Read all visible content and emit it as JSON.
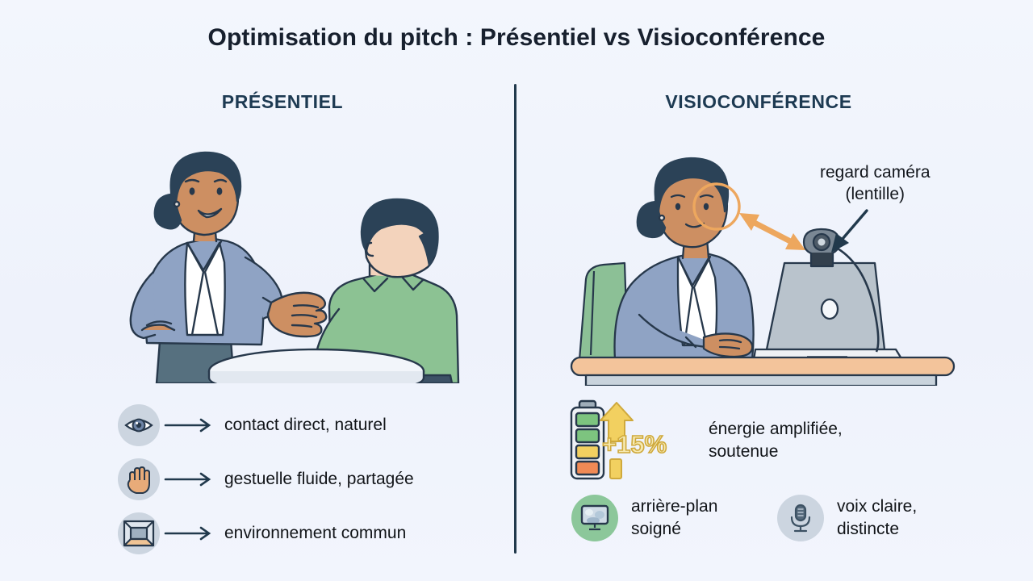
{
  "title": "Optimisation du pitch : Présentiel vs Visioconférence",
  "colors": {
    "background": "#f1f4fc",
    "title_text": "#17202e",
    "heading_text": "#1d3a52",
    "divider": "#21394c",
    "body_text": "#111418",
    "icon_circle_grey": "#ccd5e0",
    "icon_circle_green": "#8cc79a",
    "accent_orange": "#eda75e",
    "battery_green": "#7dc47f",
    "battery_yellow": "#f2d060",
    "battery_orange": "#f08a55",
    "percent_fill": "#f6e9b0",
    "percent_stroke": "#cfa93c",
    "blazer_blue": "#8fa3c4",
    "sweater_green": "#8cc293",
    "skin": "#cd8f62",
    "hair_navy": "#2b4257",
    "laptop_grey": "#b9c3cc",
    "desk_wood": "#f3c49b",
    "chair_green": "#8cc096"
  },
  "left": {
    "heading": "PRÉSENTIEL",
    "illustration": {
      "name": "two-people-conversation",
      "elements": [
        "woman-presenter",
        "man-back-view",
        "round-table"
      ]
    },
    "items": [
      {
        "icon": "eye-icon",
        "connector": "arrow-right-icon",
        "label": "contact direct, naturel"
      },
      {
        "icon": "hand-icon",
        "connector": "arrow-right-icon",
        "label": "gestuelle fluide, partagée"
      },
      {
        "icon": "room-perspective-icon",
        "connector": "arrow-right-icon",
        "label": "environnement commun"
      }
    ]
  },
  "right": {
    "heading": "VISIOCONFÉRENCE",
    "illustration": {
      "name": "woman-at-laptop-with-webcam",
      "elements": [
        "woman-seated",
        "laptop",
        "webcam",
        "desk",
        "office-chair",
        "gaze-double-arrow",
        "eye-highlight-ring"
      ]
    },
    "callout": {
      "line1": "regard caméra",
      "line2": "(lentille)",
      "pointer": "arrow-down-left-icon"
    },
    "energy": {
      "icon": "battery-icon",
      "trend_icon": "arrow-up-icon",
      "badge": "+15%",
      "battery_cells": [
        "green",
        "green",
        "yellow",
        "orange"
      ],
      "label_line1": "énergie amplifiée,",
      "label_line2": "soutenue"
    },
    "mini_items": [
      {
        "icon": "monitor-icon",
        "circle": "green",
        "label_line1": "arrière-plan",
        "label_line2": "soigné"
      },
      {
        "icon": "microphone-icon",
        "circle": "grey",
        "label_line1": "voix claire,",
        "label_line2": "distincte"
      }
    ]
  }
}
